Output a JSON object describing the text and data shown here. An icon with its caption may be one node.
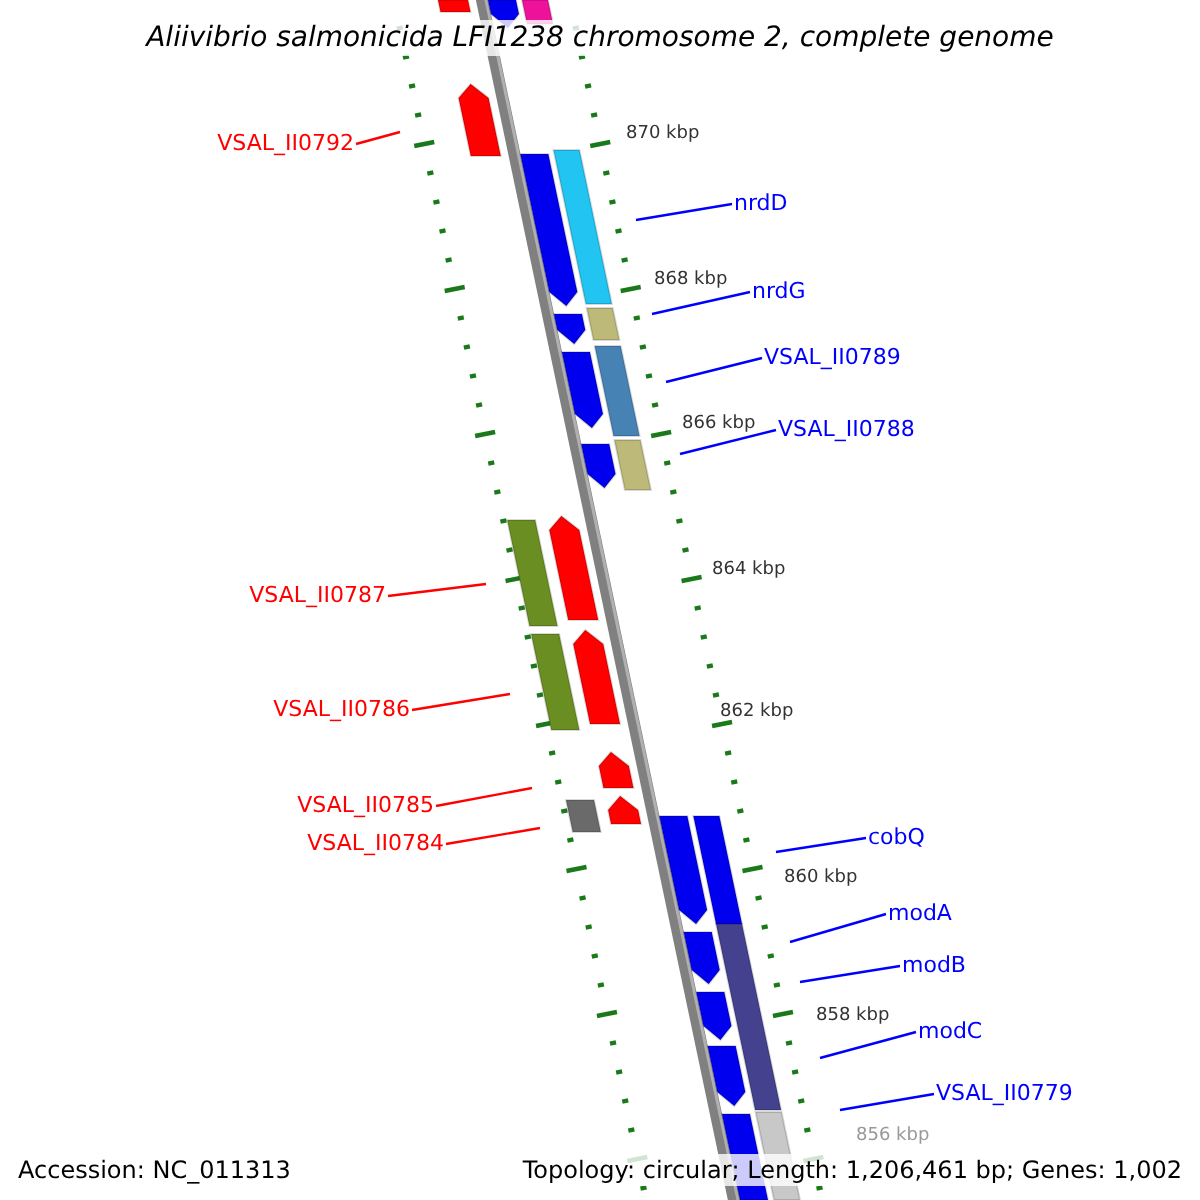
{
  "diagram": {
    "title": "Aliivibrio salmonicida LFI1238 chromosome 2, complete genome",
    "nodes": [
      {
        "text": [
          "VSAL_II0792"
        ]
      },
      {
        "text": [
          "nrdD"
        ]
      },
      {
        "text": [
          "nrdG"
        ]
      },
      {
        "text": [
          "VSAL_II0789"
        ]
      },
      {
        "text": [
          "VSAL_II0788"
        ]
      },
      {
        "text": [
          "VSAL_II0787"
        ]
      },
      {
        "text": [
          "VSAL_II0786"
        ]
      },
      {
        "text": [
          "VSAL_II0785"
        ]
      },
      {
        "text": [
          "VSAL_II0784"
        ]
      },
      {
        "text": [
          "cobQ"
        ]
      },
      {
        "text": [
          "modA"
        ]
      },
      {
        "text": [
          "modB"
        ]
      },
      {
        "text": [
          "modC"
        ]
      },
      {
        "text": [
          "VSAL_II0779"
        ]
      }
    ],
    "edges": [
      {
        "from": 0,
        "to": null,
        "arrow": "none",
        "color": "#ff0000"
      },
      {
        "from": 1,
        "to": null,
        "arrow": "none"
      },
      {
        "from": 2,
        "to": null,
        "arrow": "none"
      },
      {
        "from": 3,
        "to": null,
        "arrow": "none"
      },
      {
        "from": 4,
        "to": null,
        "arrow": "none"
      },
      {
        "from": 5,
        "to": null,
        "arrow": "none",
        "color": "#ff0000"
      },
      {
        "from": 6,
        "to": null,
        "arrow": "none",
        "color": "#ff0000"
      },
      {
        "from": 7,
        "to": null,
        "arrow": "none",
        "color": "#ff0000"
      },
      {
        "from": 8,
        "to": null,
        "arrow": "none",
        "color": "#ff0000"
      },
      {
        "from": 9,
        "to": null,
        "arrow": "none"
      },
      {
        "from": 10,
        "to": null,
        "arrow": "none"
      },
      {
        "from": 11,
        "to": null,
        "arrow": "none"
      },
      {
        "from": 12,
        "to": null,
        "arrow": "none"
      },
      {
        "from": 13,
        "to": null,
        "arrow": "none"
      }
    ],
    "labels": [
      "870 kbp",
      "868 kbp",
      "866 kbp",
      "864 kbp",
      "862 kbp",
      "860 kbp",
      "858 kbp",
      "856 kbp",
      "Accession: NC_011313",
      "Topology: circular; Length: 1,206,461 bp; Genes: 1,002"
    ]
  }
}
